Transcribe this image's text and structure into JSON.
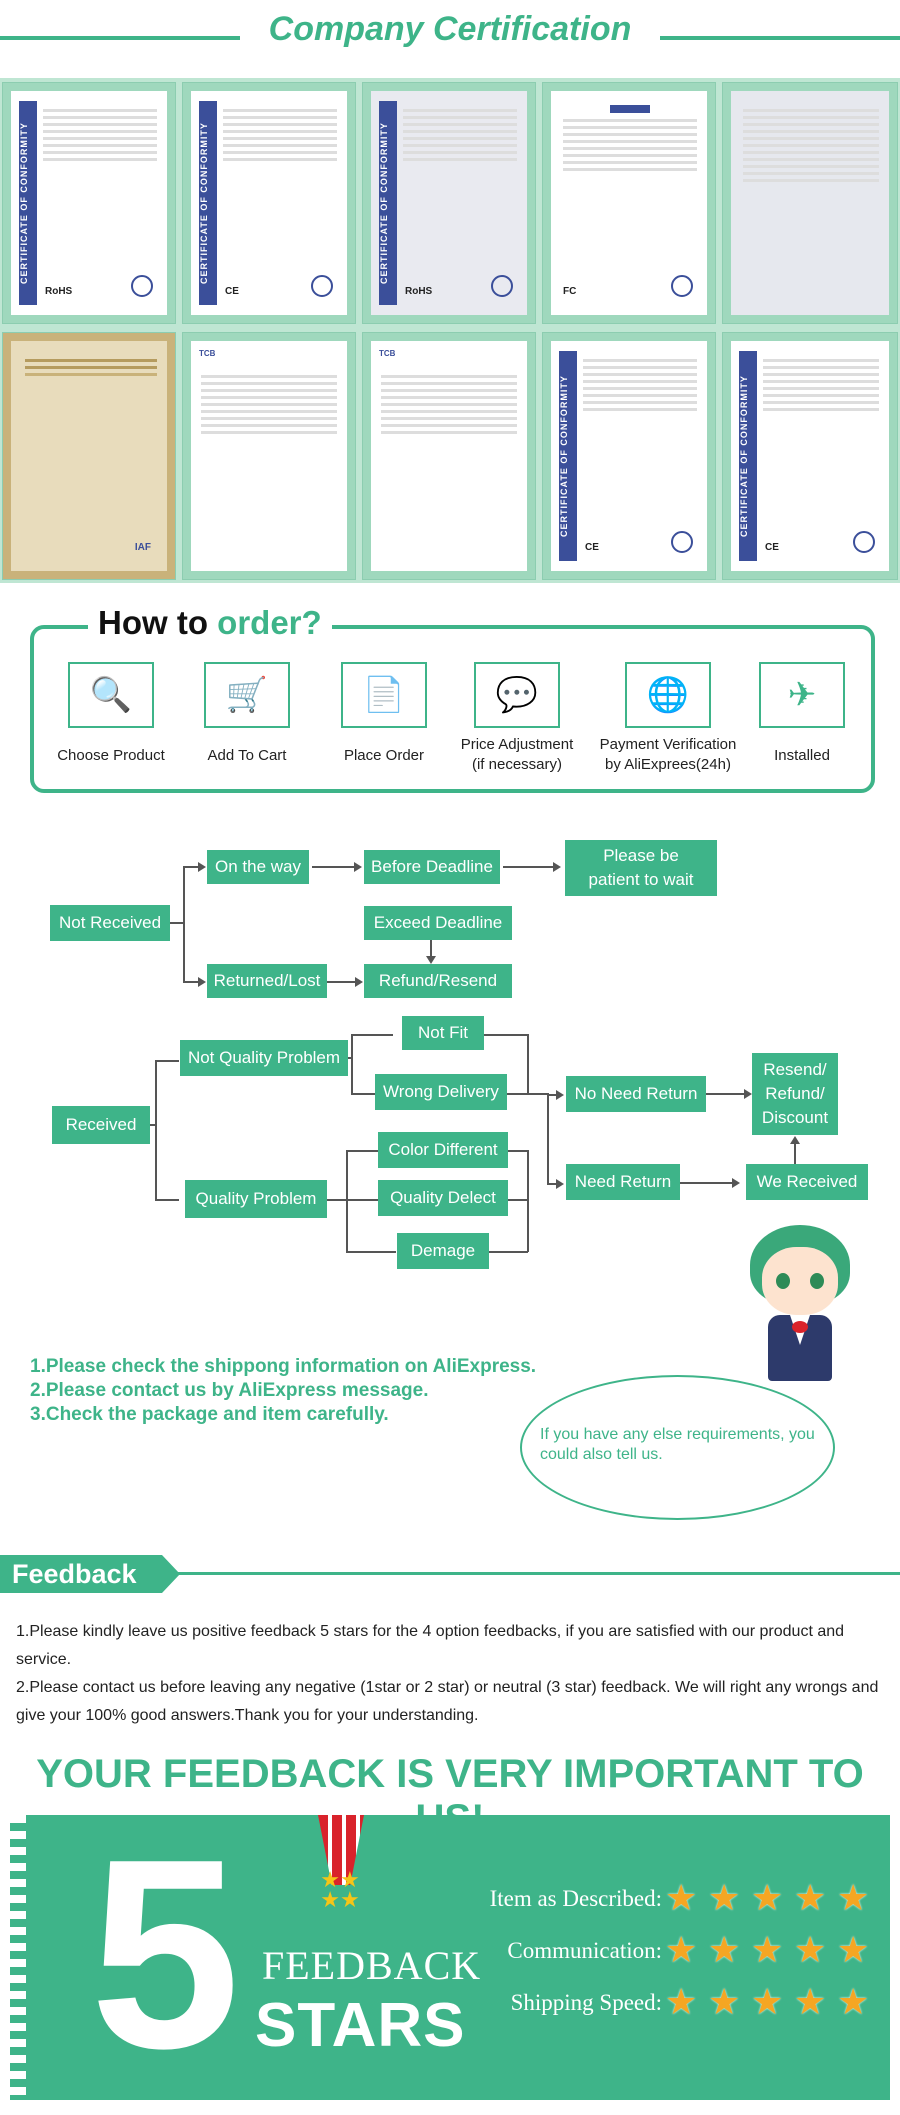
{
  "certification": {
    "title": "Company Certification",
    "certs": [
      {
        "mark": "RoHS",
        "band": "CERTIFICATE OF CONFORMITY"
      },
      {
        "mark": "CE",
        "band": "CERTIFICATE OF CONFORMITY"
      },
      {
        "mark": "RoHS",
        "band": "CERTIFICATE OF CONFORMITY"
      },
      {
        "mark": "FC",
        "band": ""
      },
      {
        "mark": "",
        "band": ""
      },
      {
        "mark": "IAF",
        "band": ""
      },
      {
        "mark": "TCB",
        "band": ""
      },
      {
        "mark": "TCB",
        "band": ""
      },
      {
        "mark": "CE",
        "band": "CERTIFICATE OF CONFORMITY"
      },
      {
        "mark": "CE",
        "band": "CERTIFICATE OF CONFORMITY"
      }
    ]
  },
  "how_to_order": {
    "title_a": "How to ",
    "title_b": "order?",
    "steps": [
      {
        "label": "Choose Product",
        "icon": "user-search-icon"
      },
      {
        "label": "Add To Cart",
        "icon": "cart-icon"
      },
      {
        "label": "Place Order",
        "icon": "order-form-icon"
      },
      {
        "label": "Price Adjustment\n(if necessary)",
        "icon": "chat-icon"
      },
      {
        "label": "Payment Verification\nby AliExprees(24h)",
        "icon": "globe-icon"
      },
      {
        "label": "Installed",
        "icon": "plane-icon"
      }
    ]
  },
  "flow": {
    "not_received": "Not Received",
    "on_the_way": "On the way",
    "before_deadline": "Before Deadline",
    "be_patient": "Please be patient to wait",
    "exceed_deadline": "Exceed Deadline",
    "returned_lost": "Returned/Lost",
    "refund_resend": "Refund/Resend",
    "received": "Received",
    "not_quality": "Not Quality Problem",
    "not_fit": "Not Fit",
    "wrong_delivery": "Wrong Delivery",
    "no_need_return": "No Need Return",
    "resend_refund": "Resend/ Refund/ Discount",
    "quality_problem": "Quality Problem",
    "color_diff": "Color Different",
    "quality_defect": "Quality Delect",
    "demage": "Demage",
    "need_return": "Need Return",
    "we_received": "We Received"
  },
  "notes": [
    "1.Please check the shippong information on AliExpress.",
    "2.Please contact us by AliExpress message.",
    "3.Check the package and item carefully."
  ],
  "bubble": "If you have any else requirements, you could also tell us.",
  "feedback": {
    "tab": "Feedback",
    "p1": "1.Please kindly leave us positive feedback 5 stars for the 4 option feedbacks, if you are satisfied with our product and service.",
    "p2": "2.Please contact us before leaving any negative (1star or 2 star) or neutral (3 star) feedback. We will right any wrongs and give your 100% good answers.Thank you for your understanding.",
    "headline": "YOUR FEEDBACK IS VERY IMPORTANT TO US!",
    "five": "5",
    "fb_word": "FEEDBACK",
    "stars_word": "STARS",
    "ratings": [
      {
        "label": "Item as Described:",
        "stars": 5
      },
      {
        "label": "Communication:",
        "stars": 5
      },
      {
        "label": "Shipping Speed:",
        "stars": 5
      }
    ],
    "star_color": "#f5a623"
  },
  "colors": {
    "accent": "#3eb489"
  }
}
